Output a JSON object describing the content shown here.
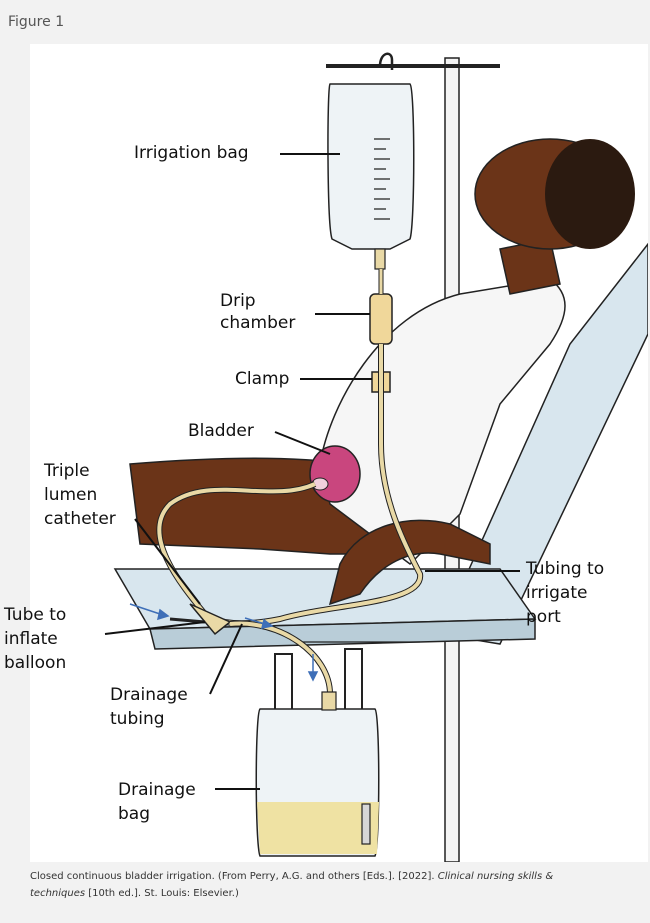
{
  "figure": {
    "title": "Figure 1"
  },
  "labels": {
    "irrigation_bag": "Irrigation bag",
    "drip_chamber_1": "Drip",
    "drip_chamber_2": "chamber",
    "clamp": "Clamp",
    "bladder": "Bladder",
    "triple_lumen_1": "Triple",
    "triple_lumen_2": "lumen",
    "triple_lumen_3": "catheter",
    "tubing_irrigate_1": "Tubing to",
    "tubing_irrigate_2": "irrigate",
    "tubing_irrigate_3": "port",
    "tube_inflate_1": "Tube to",
    "tube_inflate_2": "inflate",
    "tube_inflate_3": "balloon",
    "drainage_tubing_1": "Drainage",
    "drainage_tubing_2": "tubing",
    "drainage_bag_1": "Drainage",
    "drainage_bag_2": "bag"
  },
  "caption": {
    "part1": "Closed continuous bladder irrigation. (From Perry, A.G. and others [Eds.]. [2022]. ",
    "italic1": "Clinical nursing skills &",
    "italic2": "techniques",
    "part2": " [10th ed.]. St. Louis: Elsevier.)"
  },
  "colors": {
    "skin": "#6b3418",
    "bladder": "#c9467e",
    "tubing": "#e9d9a6",
    "bed": "#d8e6ee",
    "urine": "#efe2a3"
  }
}
